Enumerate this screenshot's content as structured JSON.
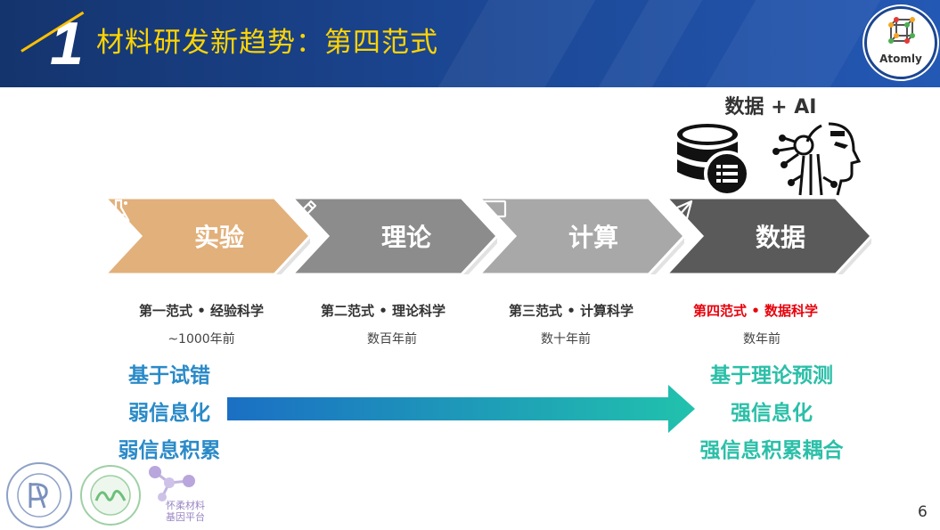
{
  "header": {
    "number": "1",
    "title": "材料研发新趋势：第四范式"
  },
  "logo": {
    "text": "Atomly"
  },
  "data_ai": {
    "title": "数据 + AI"
  },
  "paradigms": [
    {
      "label": "实验",
      "icon": "flask-icon",
      "era": "第一范式 • 经验科学",
      "time": "~1000年前",
      "color": "#e2b07b"
    },
    {
      "label": "理论",
      "icon": "pencil-icon",
      "era": "第二范式 • 理论科学",
      "time": "数百年前",
      "color": "#8c8c8c"
    },
    {
      "label": "计算",
      "icon": "monitor-icon",
      "era": "第三范式 • 计算科学",
      "time": "数十年前",
      "color": "#a8a8a8"
    },
    {
      "label": "数据",
      "icon": "paper-plane-icon",
      "era": "第四范式 • 数据科学",
      "time": "数年前",
      "color": "#5a5a5a"
    }
  ],
  "traits_left": [
    "基于试错",
    "弱信息化",
    "弱信息积累"
  ],
  "traits_right": [
    "基于理论预测",
    "强信息化",
    "强信息积累耦合"
  ],
  "colors": {
    "highlight_red": "#e8000b",
    "left_trait": "#2a8ac8",
    "right_trait": "#2bbfa8",
    "title_yellow": "#ffd400"
  },
  "footer": {
    "huairou_line1": "怀柔材料",
    "huairou_line2": "基因平台",
    "page_number": "6"
  }
}
